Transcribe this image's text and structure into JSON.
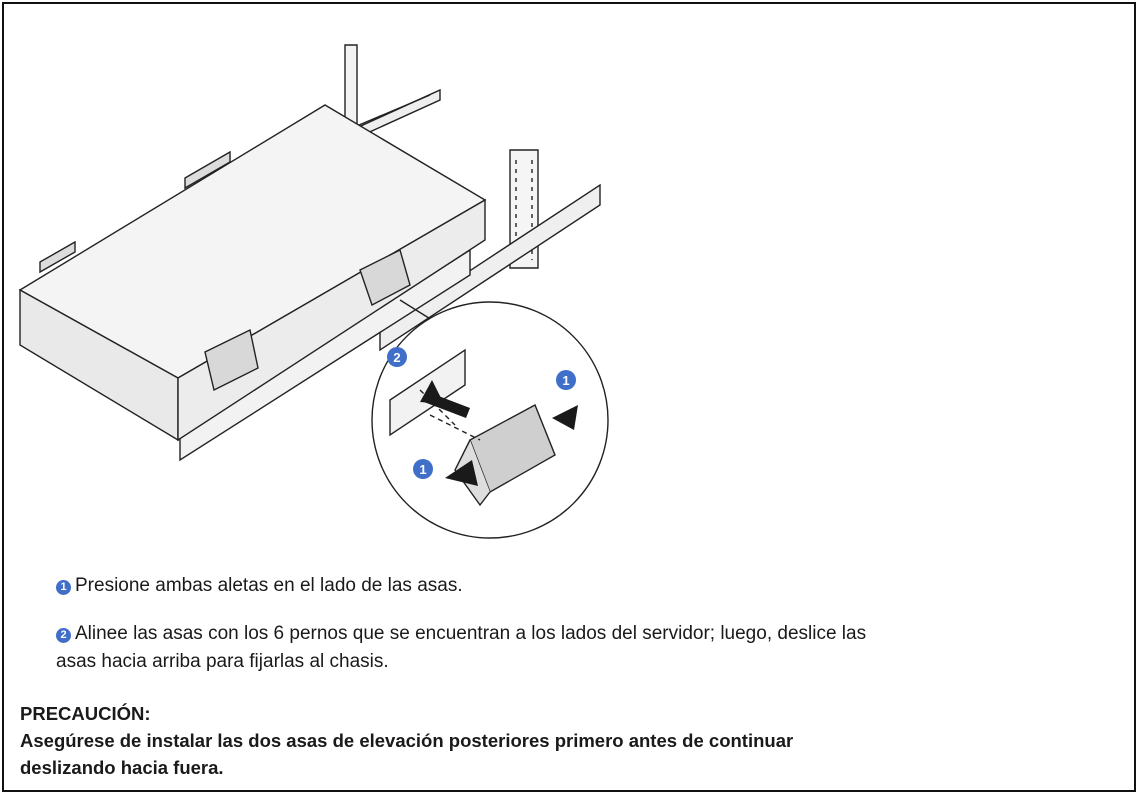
{
  "illustration": {
    "callout_step_1": "1",
    "callout_step_2": "2"
  },
  "steps": [
    {
      "number": "1",
      "text": "Presione ambas aletas en el lado de las asas."
    },
    {
      "number": "2",
      "text": "Alinee las asas con los 6 pernos que se encuentran a los lados del servidor; luego, deslice las",
      "text_line2": "asas hacia arriba para fijarlas al chasis."
    }
  ],
  "caution": {
    "heading": "PRECAUCIÓN:",
    "line1": "Asegúrese de instalar las dos asas de elevación posteriores primero antes de continuar",
    "line2": "deslizando hacia fuera."
  },
  "colors": {
    "callout_blue": "#3f6fc9",
    "border": "#111111"
  }
}
